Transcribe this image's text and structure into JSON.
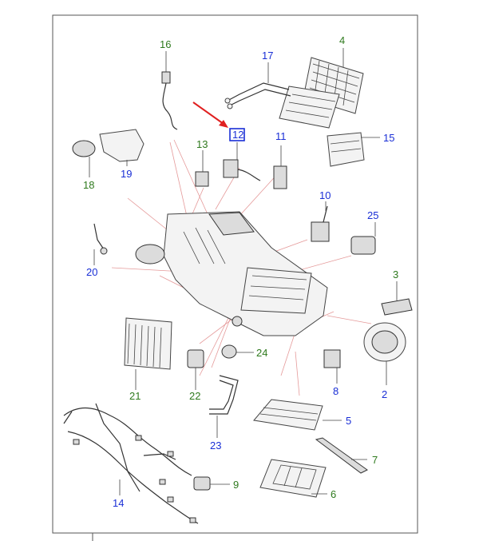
{
  "colors": {
    "callout_blue": "#1a2fd6",
    "callout_green": "#2f7a1e",
    "pointer_red": "#e02020",
    "leader_red": "#e59a9a",
    "frame": "#555555"
  },
  "callouts": [
    {
      "id": "1",
      "label": "12",
      "color": "blue",
      "highlighted": true
    },
    {
      "id": "2",
      "label": "2",
      "color": "blue"
    },
    {
      "id": "3",
      "label": "3",
      "color": "green"
    },
    {
      "id": "4",
      "label": "4",
      "color": "green"
    },
    {
      "id": "5",
      "label": "5",
      "color": "blue"
    },
    {
      "id": "6",
      "label": "6",
      "color": "green"
    },
    {
      "id": "7",
      "label": "7",
      "color": "green"
    },
    {
      "id": "8",
      "label": "8",
      "color": "blue"
    },
    {
      "id": "9",
      "label": "9",
      "color": "green"
    },
    {
      "id": "10",
      "label": "10",
      "color": "blue"
    },
    {
      "id": "11",
      "label": "11",
      "color": "blue"
    },
    {
      "id": "13",
      "label": "13",
      "color": "green"
    },
    {
      "id": "14",
      "label": "14",
      "color": "blue"
    },
    {
      "id": "15",
      "label": "15",
      "color": "blue"
    },
    {
      "id": "16",
      "label": "16",
      "color": "green"
    },
    {
      "id": "17",
      "label": "17",
      "color": "blue"
    },
    {
      "id": "18",
      "label": "18",
      "color": "green"
    },
    {
      "id": "19",
      "label": "19",
      "color": "blue"
    },
    {
      "id": "20",
      "label": "20",
      "color": "blue"
    },
    {
      "id": "21",
      "label": "21",
      "color": "green"
    },
    {
      "id": "22",
      "label": "22",
      "color": "green"
    },
    {
      "id": "23",
      "label": "23",
      "color": "blue"
    },
    {
      "id": "24",
      "label": "24",
      "color": "green"
    },
    {
      "id": "25",
      "label": "25",
      "color": "blue"
    }
  ]
}
